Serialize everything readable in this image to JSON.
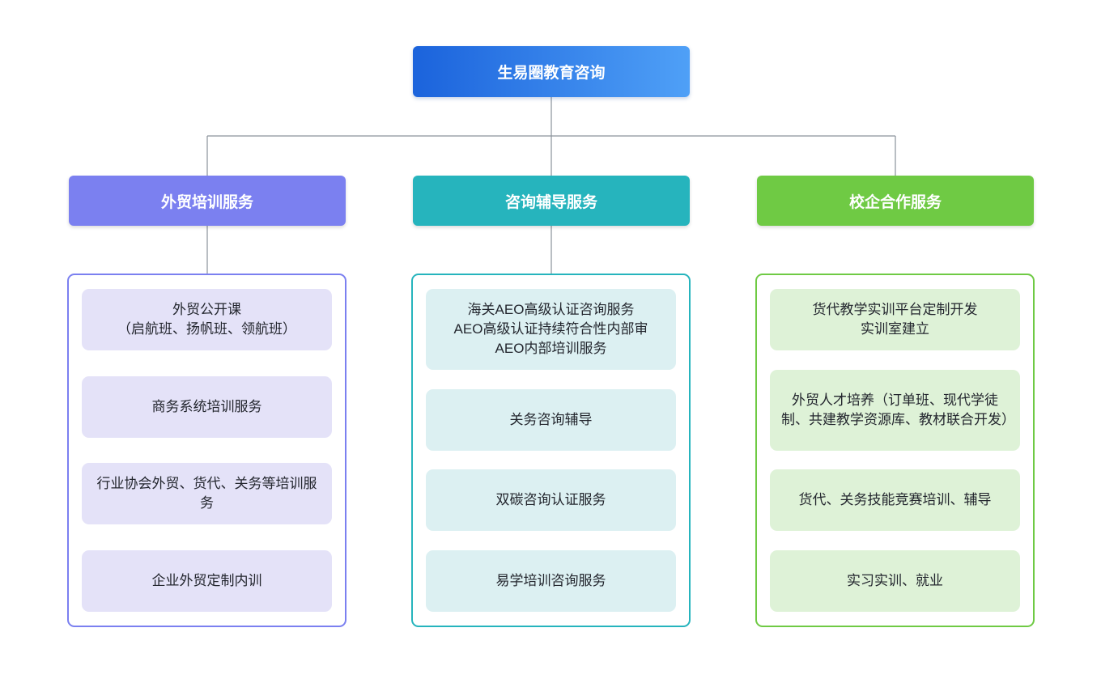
{
  "page": {
    "background": "#ffffff"
  },
  "connector_color": "#8a929b",
  "root": {
    "label": "生易圈教育咨询",
    "gradient_start": "#1b63dc",
    "gradient_end": "#4fa0f7",
    "text_color": "#ffffff"
  },
  "branches": [
    {
      "id": "trade-training",
      "label": "外贸培训服务",
      "header_color": "#7b80f0",
      "item_bg": "#e4e2f8",
      "items": [
        {
          "text": "外贸公开课\n（启航班、扬帆班、领航班）"
        },
        {
          "text": "商务系统培训服务"
        },
        {
          "text": "行业协会外贸、货代、关务等培训服务"
        },
        {
          "text": "企业外贸定制内训"
        }
      ]
    },
    {
      "id": "consulting-coaching",
      "label": "咨询辅导服务",
      "header_color": "#26b4bd",
      "item_bg": "#dcf0f2",
      "items": [
        {
          "text": "海关AEO高级认证咨询服务\nAEO高级认证持续符合性内部审\nAEO内部培训服务"
        },
        {
          "text": "关务咨询辅导"
        },
        {
          "text": "双碳咨询认证服务"
        },
        {
          "text": "易学培训咨询服务"
        }
      ]
    },
    {
      "id": "school-enterprise",
      "label": "校企合作服务",
      "header_color": "#6fca44",
      "item_bg": "#def2d7",
      "items": [
        {
          "text": "货代教学实训平台定制开发\n实训室建立"
        },
        {
          "text": "外贸人才培养（订单班、现代学徒制、共建教学资源库、教材联合开发）"
        },
        {
          "text": "货代、关务技能竞赛培训、辅导"
        },
        {
          "text": "实习实训、就业"
        }
      ]
    }
  ]
}
